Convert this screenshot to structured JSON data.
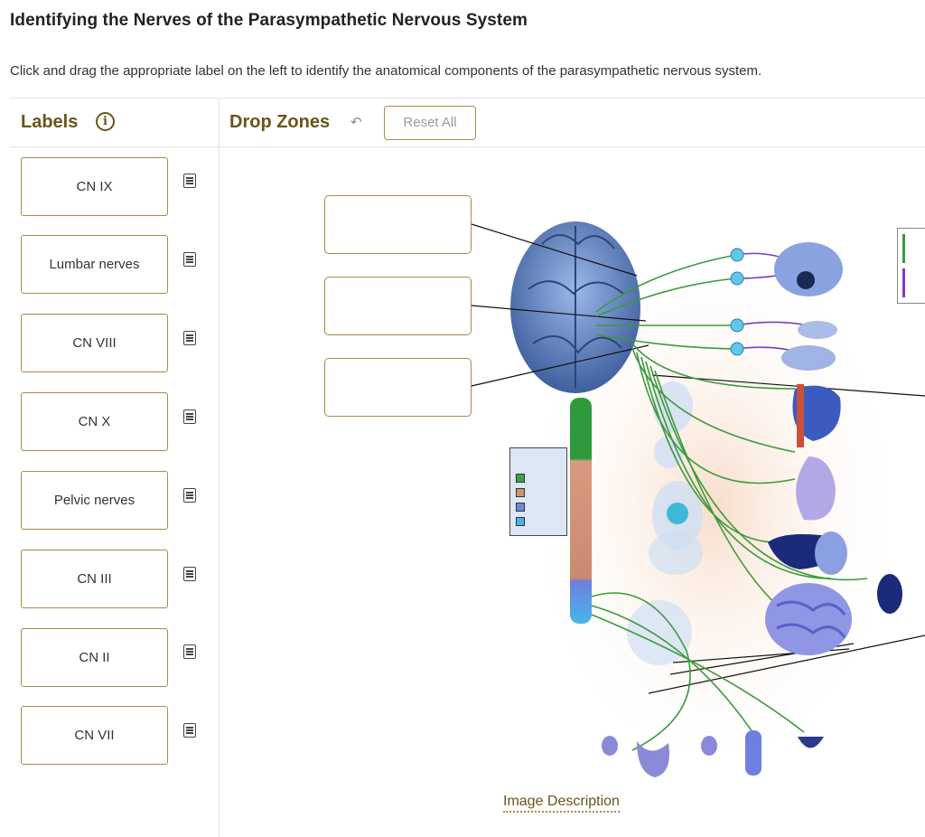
{
  "page": {
    "title": "Identifying the Nerves of the Parasympathetic Nervous System",
    "instructions": "Click and drag the appropriate label on the left to identify the anatomical components of the parasympathetic nervous system."
  },
  "labels_panel": {
    "title": "Labels",
    "info_icon": "info-icon",
    "items": [
      {
        "label": "CN IX"
      },
      {
        "label": "Lumbar nerves"
      },
      {
        "label": "CN VIII"
      },
      {
        "label": "CN X"
      },
      {
        "label": "Pelvic nerves"
      },
      {
        "label": "CN III"
      },
      {
        "label": "CN II"
      },
      {
        "label": "CN VII"
      }
    ]
  },
  "dropzones_panel": {
    "title": "Drop Zones",
    "undo_icon": "undo-icon",
    "reset_label": "Reset All"
  },
  "image_description_link": "Image Description",
  "colors": {
    "accent": "#6b5418",
    "border": "#a88b47",
    "nerve_green": "#3a9a3a",
    "nerve_purple": "#7a3cc8",
    "legend_green": "#3aa34a",
    "legend_tan": "#d2926a",
    "legend_blue": "#6f86e0",
    "legend_cyan": "#4db0e8"
  }
}
